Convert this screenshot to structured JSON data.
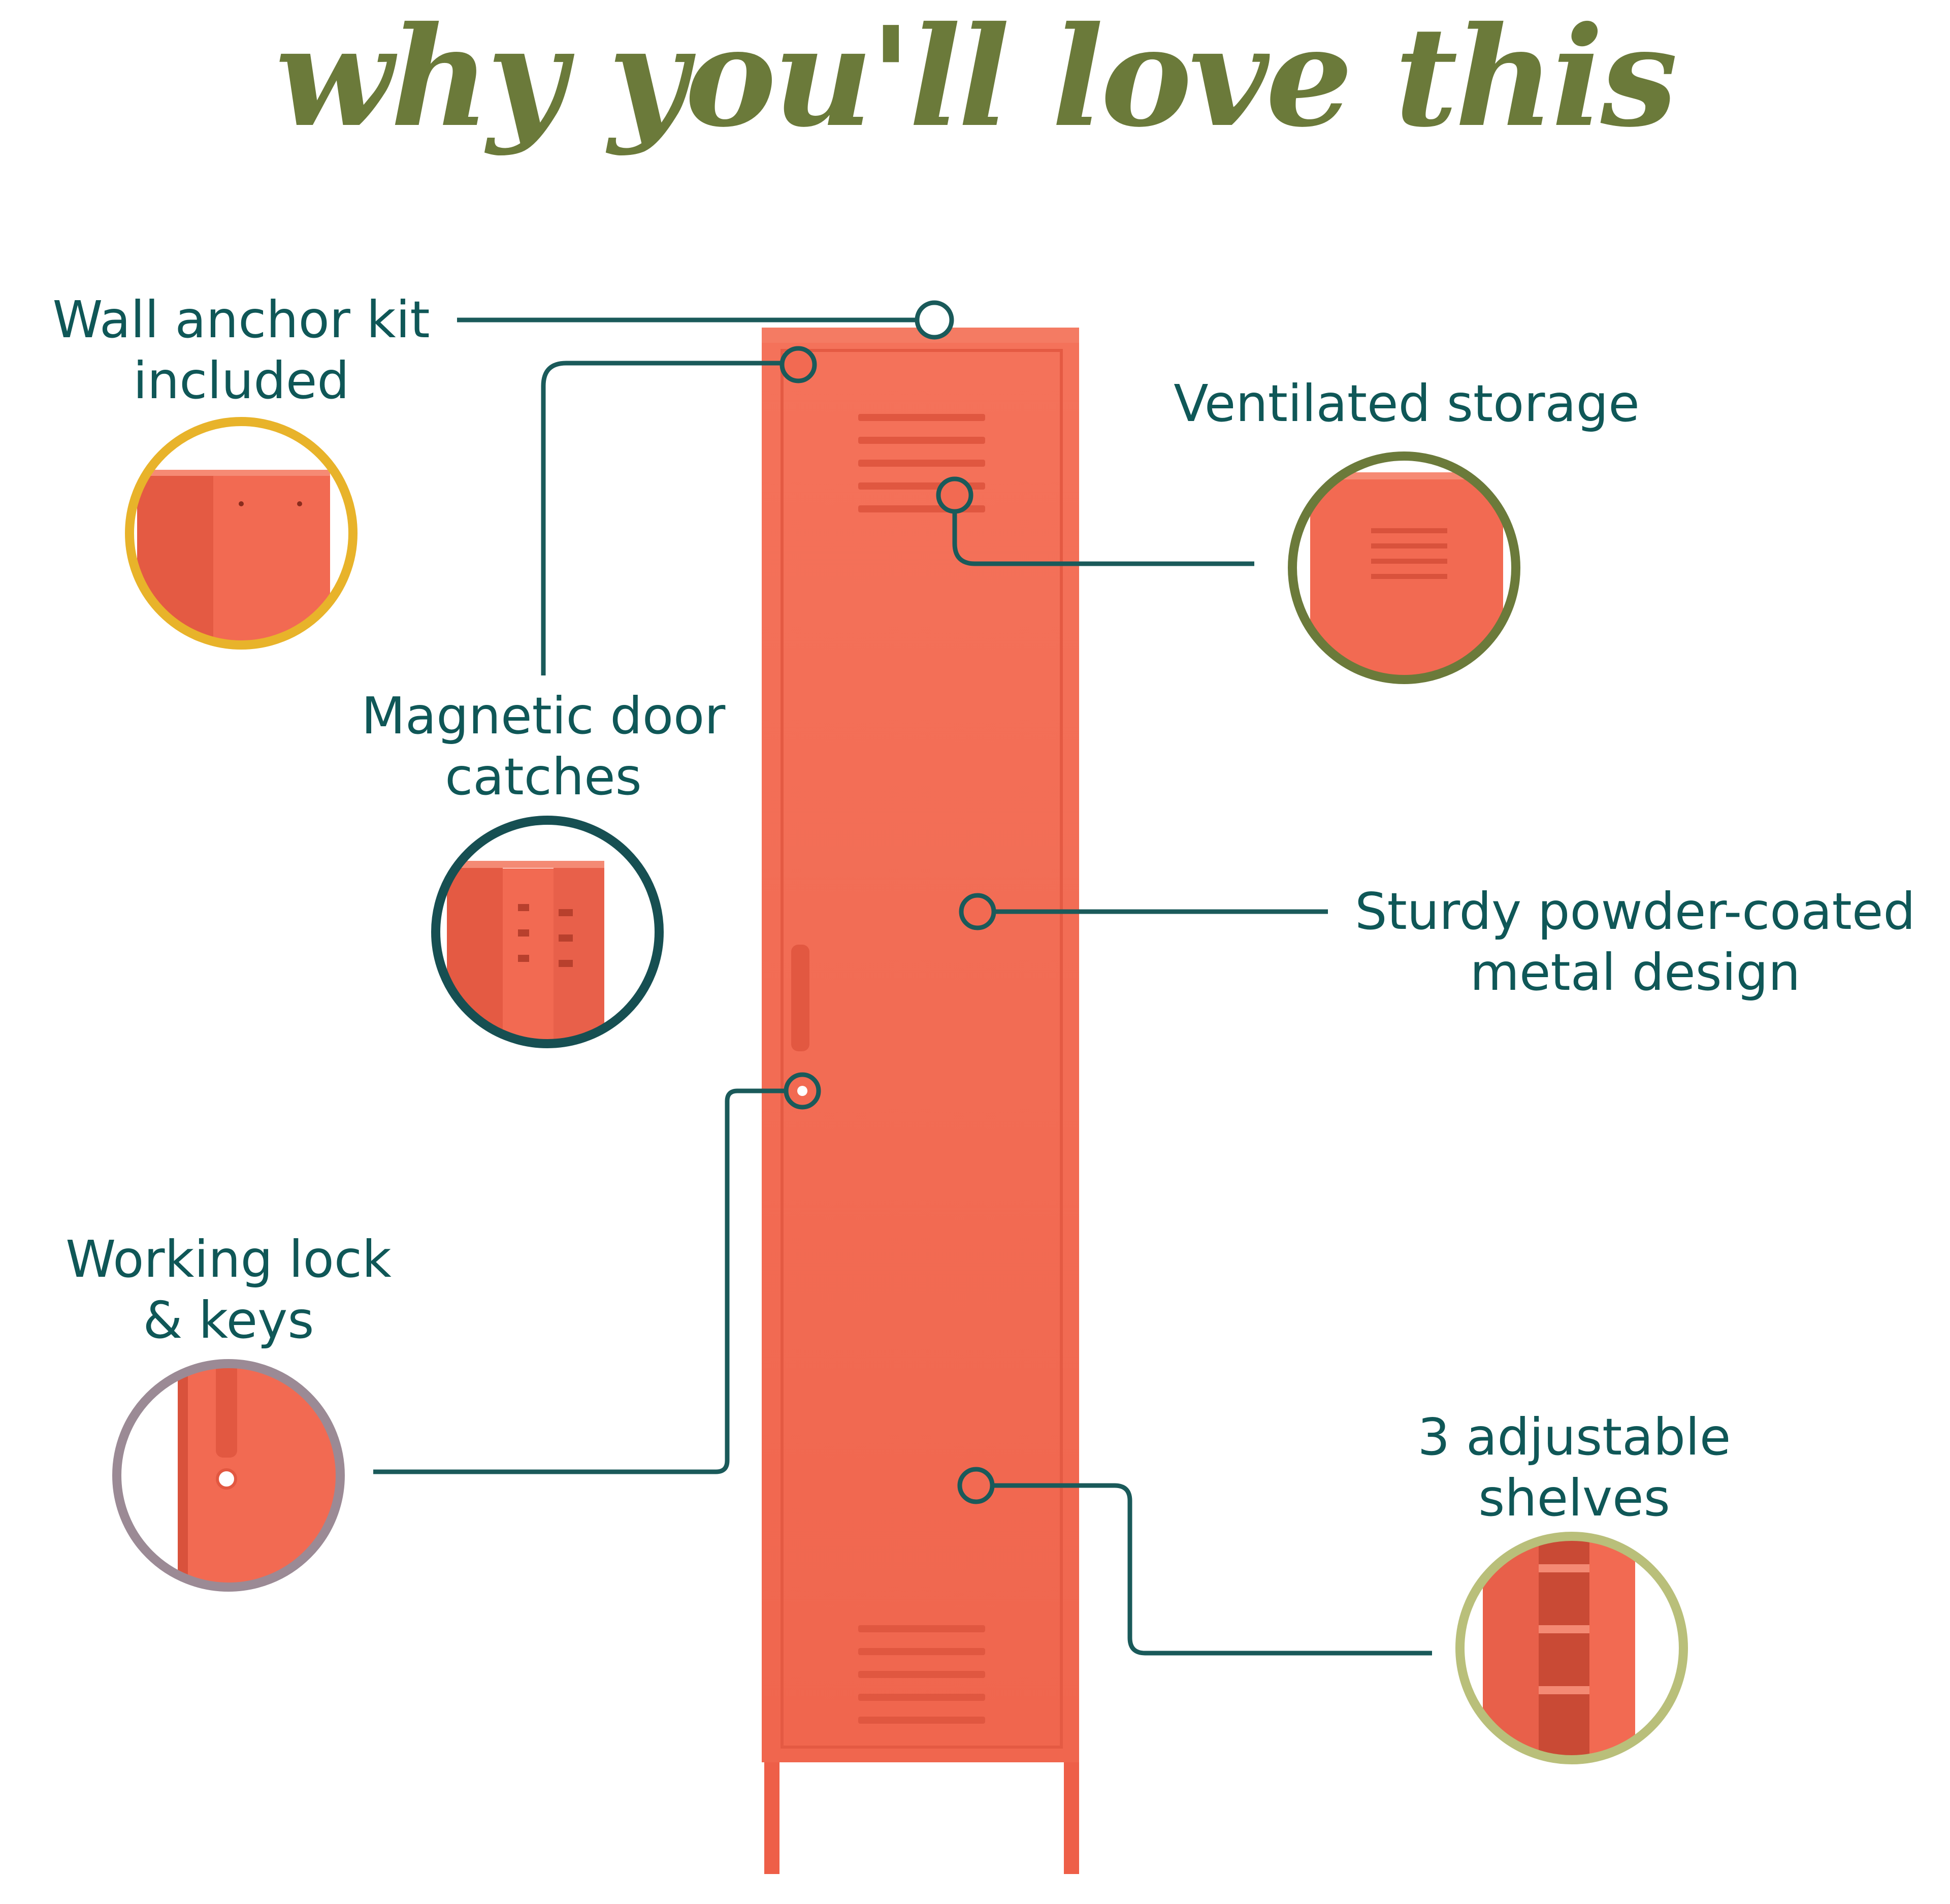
{
  "title": "why you'll love this",
  "colors": {
    "title": "#6b7a3a",
    "text": "#0f5757",
    "line": "#1a5a5a",
    "locker": "#f26a52",
    "locker_dark": "#d9523c",
    "ring_gold": "#e8b32a",
    "ring_olive": "#6b7a3a",
    "ring_teal": "#164f52",
    "ring_mauve": "#9b8a95",
    "ring_sage": "#b9bf7a"
  },
  "features": {
    "wall_anchor": {
      "line1": "Wall anchor kit",
      "line2": "included"
    },
    "magnetic": {
      "line1": "Magnetic door",
      "line2": "catches"
    },
    "ventilated": {
      "line1": "Ventilated storage"
    },
    "sturdy": {
      "line1": "Sturdy powder-coated",
      "line2": "metal design"
    },
    "lock": {
      "line1": "Working lock",
      "line2": "& keys"
    },
    "shelves": {
      "line1": "3 adjustable",
      "line2": "shelves"
    }
  }
}
